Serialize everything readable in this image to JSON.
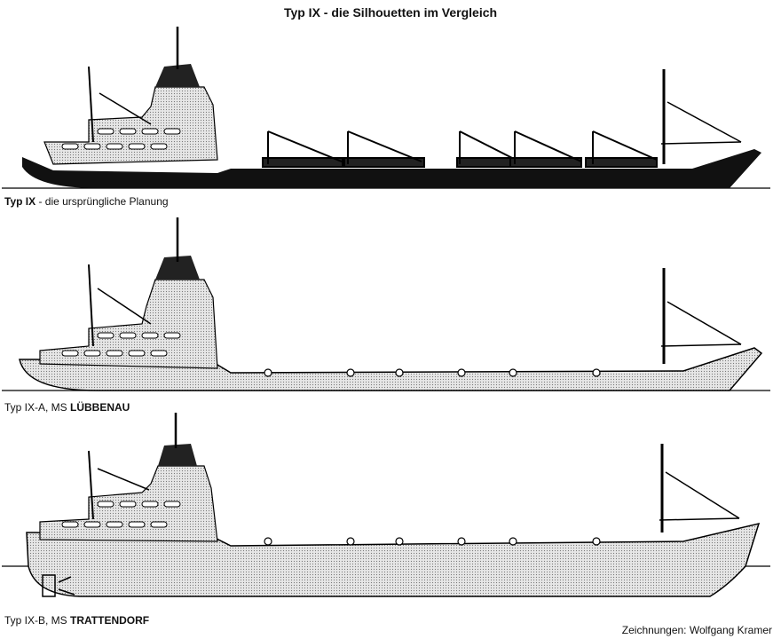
{
  "title": "Typ IX - die Silhouetten im Vergleich",
  "ships": [
    {
      "caption_bold_prefix": "Typ IX",
      "caption_rest": " - die ursprüngliche Planung",
      "caption_bold_suffix": ""
    },
    {
      "caption_bold_prefix": "",
      "caption_rest": "Typ IX-A, MS ",
      "caption_bold_suffix": "LÜBBENAU"
    },
    {
      "caption_bold_prefix": "",
      "caption_rest": "Typ IX-B, MS ",
      "caption_bold_suffix": "TRATTENDORF"
    }
  ],
  "credit": "Zeichnungen: Wolfgang Kramer"
}
